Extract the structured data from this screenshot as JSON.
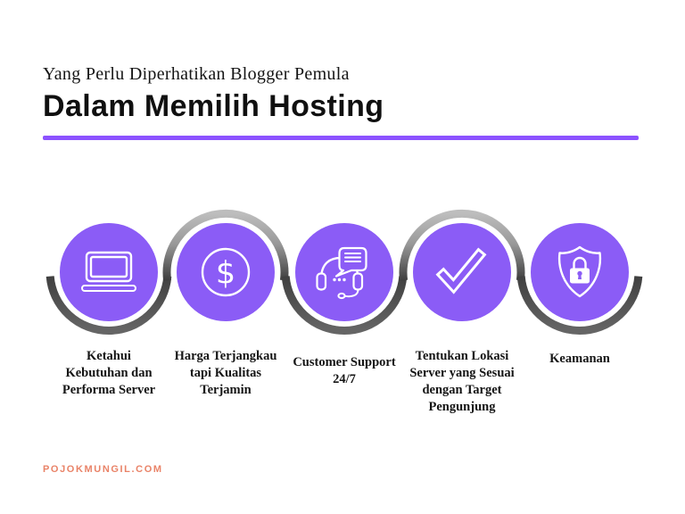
{
  "header": {
    "subtitle": "Yang Perlu Diperhatikan Blogger Pemula",
    "title": "Dalam Memilih Hosting"
  },
  "steps": [
    {
      "icon": "laptop-icon",
      "label_lines": [
        "Ketahui",
        "Kebutuhan dan",
        "Performa Server"
      ]
    },
    {
      "icon": "dollar-coin-icon",
      "label_lines": [
        "Harga Terjangkau",
        "tapi Kualitas",
        "Terjamin"
      ]
    },
    {
      "icon": "headset-chat-icon",
      "label_lines": [
        "Customer Support",
        "24/7"
      ]
    },
    {
      "icon": "checkmark-icon",
      "label_lines": [
        "Tentukan Lokasi",
        "Server yang Sesuai",
        "dengan Target",
        "Pengunjung"
      ]
    },
    {
      "icon": "shield-lock-icon",
      "label_lines": [
        "Keamanan"
      ]
    }
  ],
  "footer": {
    "brand": "POJOKMUNGIL.COM"
  },
  "colors": {
    "circle_purple": "#8B5CF6",
    "divider_purple": "#8C52FF",
    "icon_white": "#FFFFFF",
    "arc_gray_light": "#BDBDBD",
    "arc_gray_dark": "#404040",
    "brand_coral": "#E98368",
    "text_dark": "#141414"
  }
}
